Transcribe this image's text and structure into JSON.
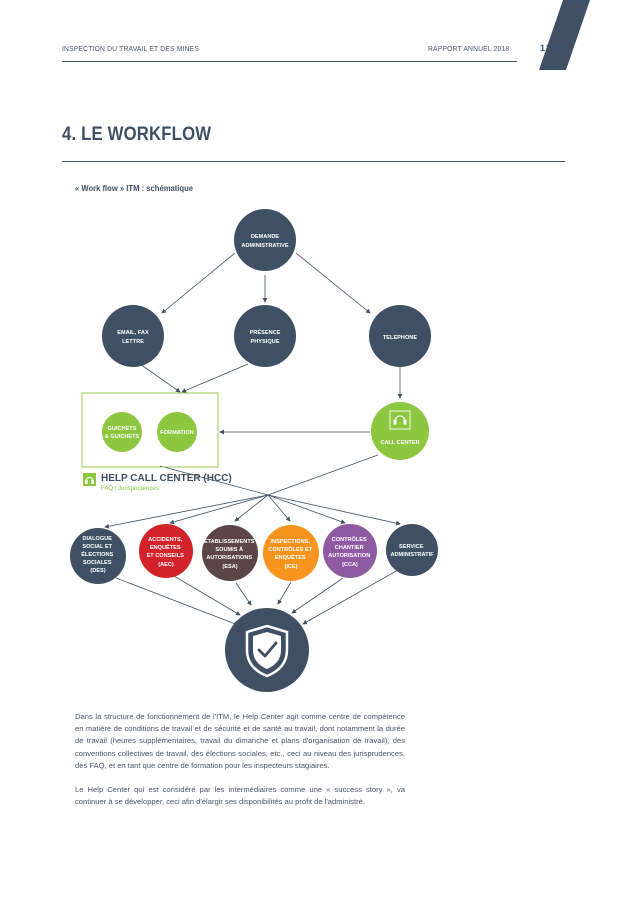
{
  "header": {
    "left": "INSPECTION DU TRAVAIL ET DES MINES",
    "right": "RAPPORT ANNUEL 2018",
    "page_number": "13"
  },
  "section_title": "4. LE WORKFLOW",
  "subtitle": "« Work flow » ITM : schématique",
  "colors": {
    "navy": "#3f5064",
    "green": "#8dc63f",
    "red": "#d3232a",
    "brown": "#5b4548",
    "orange": "#f7941d",
    "purple": "#8e5ba3"
  },
  "diagram": {
    "demande": [
      "DEMANDE",
      "ADMINISTRATIVE"
    ],
    "email": [
      "EMAIL, FAX",
      "LETTRE"
    ],
    "presence": [
      "PRÉSENCE",
      "PHYSIQUE"
    ],
    "telephone": [
      "TELEPHONE"
    ],
    "guichets": [
      "GUICHETS",
      "& GUICHETS"
    ],
    "formation": [
      "FORMATION"
    ],
    "call_center": "CALL CENTER",
    "hcc_title": "HELP CALL CENTER (HCC)",
    "hcc_sub": "FAQ / Jurisprudences",
    "dialogue": [
      "DIALOGUE",
      "SOCIAL ET",
      "ÉLECTIONS",
      "SOCIALES",
      "(DES)"
    ],
    "accidents": [
      "ACCIDENTS,",
      "ENQUÊTES",
      "ET CONSEILS",
      "(AEC)"
    ],
    "etablissements": [
      "ÉTABLISSEMENTS",
      "SOUMIS À",
      "AUTORISATIONS",
      "(ESA)"
    ],
    "inspections": [
      "INSPECTIONS,",
      "CONTRÔLES ET",
      "ENQUÊTES",
      "(ICE)"
    ],
    "controles": [
      "CONTRÔLES",
      "CHANTIER",
      "AUTORISATION",
      "(CCA)"
    ],
    "service": [
      "SERVICE",
      "ADMINISTRATIF"
    ]
  },
  "body": {
    "p1": "Dans la structure de fonctionnement de l'ITM, le Help Center agit comme centre de compétence en matière de conditions de travail et de sécurité et de santé au travail, dont notamment la durée de travail (heures supplémentaires, travail du dimanche et plans d'organisation de travail), des conventions collectives de travail, des élections sociales, etc., ceci au niveau des jurisprudences, des FAQ, et en tant que centre de formation pour les inspecteurs stagiaires.",
    "p2": "Le Help Center qui est considéré par les intermédiaires comme une « success story », va continuer à se développer, ceci afin d'élargir ses disponibilités au profit de l'administré."
  }
}
